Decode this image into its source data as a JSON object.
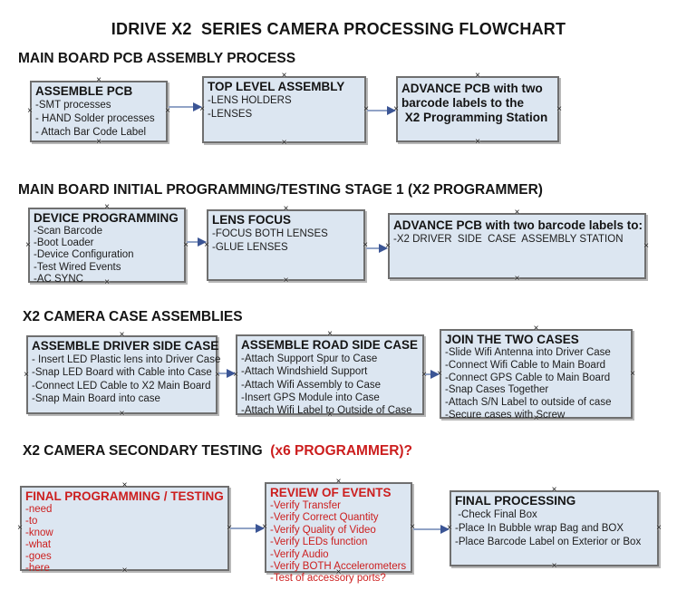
{
  "title": "IDRIVE X2  SERIES CAMERA PROCESSING FLOWCHART",
  "colors": {
    "accent_red": "#cc1e1e",
    "box_fill": "#dce6f1",
    "box_border": "#6f6f6f",
    "arrow_line": "#91a3c6",
    "arrow_head": "#3b5595"
  },
  "icons": {
    "connection_handle": "×",
    "arrow_head": "right-pointing-triangle"
  },
  "sections": [
    {
      "heading": "MAIN BOARD PCB ASSEMBLY PROCESS",
      "boxes": [
        {
          "title": "ASSEMBLE PCB",
          "items": [
            "-SMT processes",
            "- HAND Solder processes",
            "- Attach Bar Code Label"
          ]
        },
        {
          "title": "TOP LEVEL ASSEMBLY",
          "items": [
            "-LENS HOLDERS",
            "-LENSES"
          ]
        },
        {
          "title": "ADVANCE PCB with two\nbarcode labels to the\n X2 Programming Station",
          "items": []
        }
      ]
    },
    {
      "heading": "MAIN BOARD INITIAL PROGRAMMING/TESTING STAGE 1 (X2 PROGRAMMER)",
      "boxes": [
        {
          "title": "DEVICE PROGRAMMING",
          "items": [
            "-Scan Barcode",
            "-Boot Loader",
            "-Device Configuration",
            "-Test Wired Events",
            "-AC SYNC"
          ]
        },
        {
          "title": "LENS FOCUS",
          "items": [
            "-FOCUS BOTH LENSES",
            "-GLUE LENSES"
          ]
        },
        {
          "title": "ADVANCE PCB with two barcode labels to:",
          "items": [
            "-X2 DRIVER  SIDE  CASE  ASSEMBLY STATION"
          ]
        }
      ]
    },
    {
      "heading": "X2 CAMERA CASE ASSEMBLIES",
      "boxes": [
        {
          "title": "ASSEMBLE DRIVER SIDE CASE",
          "items": [
            "- Insert LED Plastic lens into Driver Case",
            "-Snap LED Board with Cable into Case",
            "-Connect LED Cable to X2 Main Board",
            "-Snap Main Board into case"
          ]
        },
        {
          "title": "ASSEMBLE ROAD SIDE CASE",
          "items": [
            "-Attach Support Spur to Case",
            "-Attach Windshield Support",
            "-Attach Wifi Assembly to Case",
            "-Insert GPS Module into Case",
            "-Attach Wifi Label to Outside of Case"
          ]
        },
        {
          "title": "JOIN THE TWO CASES",
          "items": [
            "-Slide Wifi Antenna into Driver Case",
            "-Connect Wifi Cable to Main Board",
            "-Connect GPS Cable to Main Board",
            "-Snap Cases Together",
            "-Attach S/N Label to outside of case",
            "-Secure cases with Screw"
          ]
        }
      ]
    },
    {
      "heading": "X2 CAMERA SECONDARY TESTING",
      "heading_red": "  (x6 PROGRAMMER)?",
      "boxes": [
        {
          "title": "FINAL PROGRAMMING / TESTING",
          "items": [
            "-need",
            "-to",
            "-know",
            "-what",
            "-goes",
            "-here"
          ]
        },
        {
          "title": "REVIEW OF EVENTS",
          "items": [
            "-Verify Transfer",
            "-Verify Correct Quantity",
            "-Verify Quality of Video",
            "-Verify LEDs function",
            "-Verify Audio",
            "-Verify BOTH Accelerometers",
            "-Test of accessory ports?"
          ]
        },
        {
          "title": "FINAL PROCESSING",
          "items": [
            " -Check Final Box",
            "-Place In Bubble wrap Bag and BOX",
            "-Place Barcode Label on Exterior or Box"
          ]
        }
      ]
    }
  ]
}
